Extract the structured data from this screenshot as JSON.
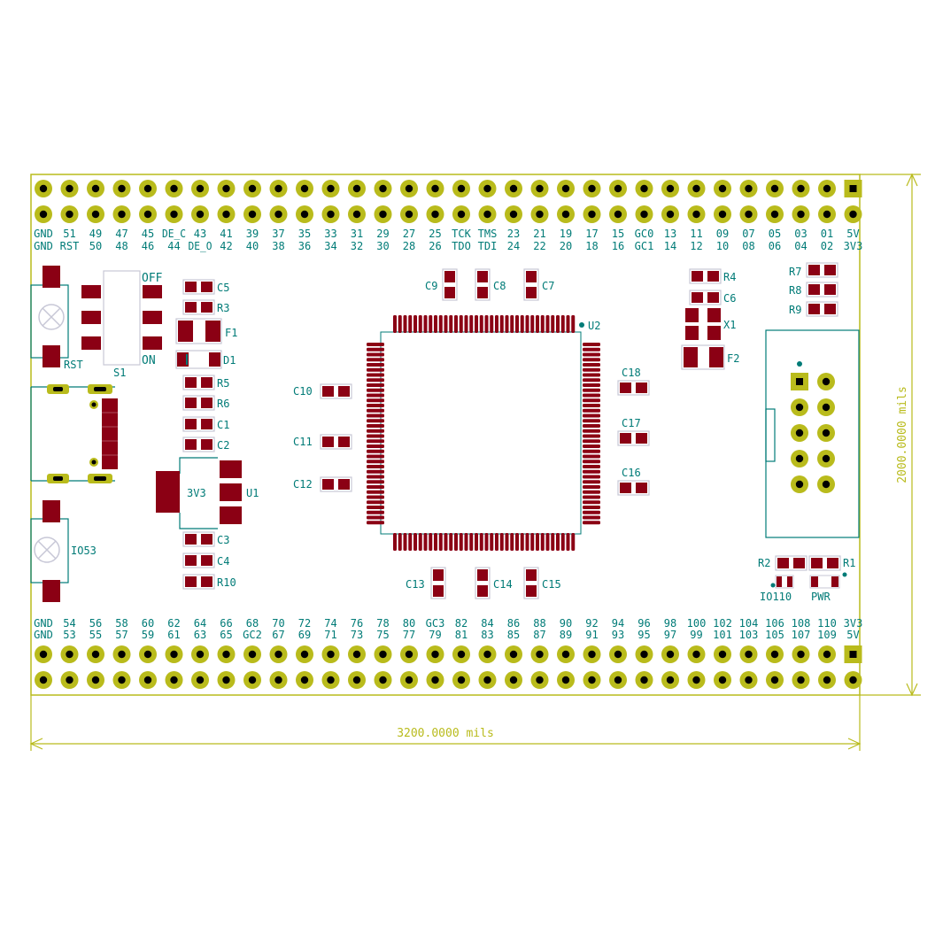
{
  "colors": {
    "background": "#ffffff",
    "edge_cuts": "#b9bb1c",
    "pad_copper": "#b9bb1c",
    "smd_pad": "#8b0014",
    "smd_outline": "#c7c7d6",
    "silkscreen": "#007b77",
    "dimension": "#b9bb1c"
  },
  "dimensions": {
    "width_label": "3200.0000 mils",
    "height_label": "2000.0000 mils"
  },
  "header_top": {
    "row1_labels": [
      "GND",
      "51",
      "49",
      "47",
      "45",
      "DE_C",
      "43",
      "41",
      "39",
      "37",
      "35",
      "33",
      "31",
      "29",
      "27",
      "25",
      "TCK",
      "TMS",
      "23",
      "21",
      "19",
      "17",
      "15",
      "GC0",
      "13",
      "11",
      "09",
      "07",
      "05",
      "03",
      "01",
      "5V"
    ],
    "row2_labels": [
      "GND",
      "RST",
      "50",
      "48",
      "46",
      "44",
      "DE_O",
      "42",
      "40",
      "38",
      "36",
      "34",
      "32",
      "30",
      "28",
      "26",
      "TDO",
      "TDI",
      "24",
      "22",
      "20",
      "18",
      "16",
      "GC1",
      "14",
      "12",
      "10",
      "08",
      "06",
      "04",
      "02",
      "3V3"
    ]
  },
  "header_bottom": {
    "row1_labels": [
      "GND",
      "54",
      "56",
      "58",
      "60",
      "62",
      "64",
      "66",
      "68",
      "70",
      "72",
      "74",
      "76",
      "78",
      "80",
      "GC3",
      "82",
      "84",
      "86",
      "88",
      "90",
      "92",
      "94",
      "96",
      "98",
      "100",
      "102",
      "104",
      "106",
      "108",
      "110",
      "3V3"
    ],
    "row2_labels": [
      "GND",
      "53",
      "55",
      "57",
      "59",
      "61",
      "63",
      "65",
      "GC2",
      "67",
      "69",
      "71",
      "73",
      "75",
      "77",
      "79",
      "81",
      "83",
      "85",
      "87",
      "89",
      "91",
      "93",
      "95",
      "97",
      "99",
      "101",
      "103",
      "105",
      "107",
      "109",
      "5V"
    ]
  },
  "components": {
    "s1": "S1",
    "s1_off": "OFF",
    "s1_on": "ON",
    "rst": "RST",
    "io53": "IO53",
    "c5": "C5",
    "r3": "R3",
    "f1": "F1",
    "d1": "D1",
    "r5": "R5",
    "r6": "R6",
    "c1": "C1",
    "c2": "C2",
    "u1": "U1",
    "u1_value": "3V3",
    "c3": "C3",
    "c4": "C4",
    "r10": "R10",
    "c9": "C9",
    "c8": "C8",
    "c7": "C7",
    "u2": "U2",
    "c10": "C10",
    "c11": "C11",
    "c12": "C12",
    "c18": "C18",
    "c17": "C17",
    "c16": "C16",
    "c13": "C13",
    "c14": "C14",
    "c15": "C15",
    "r4": "R4",
    "c6": "C6",
    "x1": "X1",
    "f2": "F2",
    "r7": "R7",
    "r8": "R8",
    "r9": "R9",
    "r2": "R2",
    "r1": "R1",
    "io110": "IO110",
    "pwr": "PWR"
  }
}
